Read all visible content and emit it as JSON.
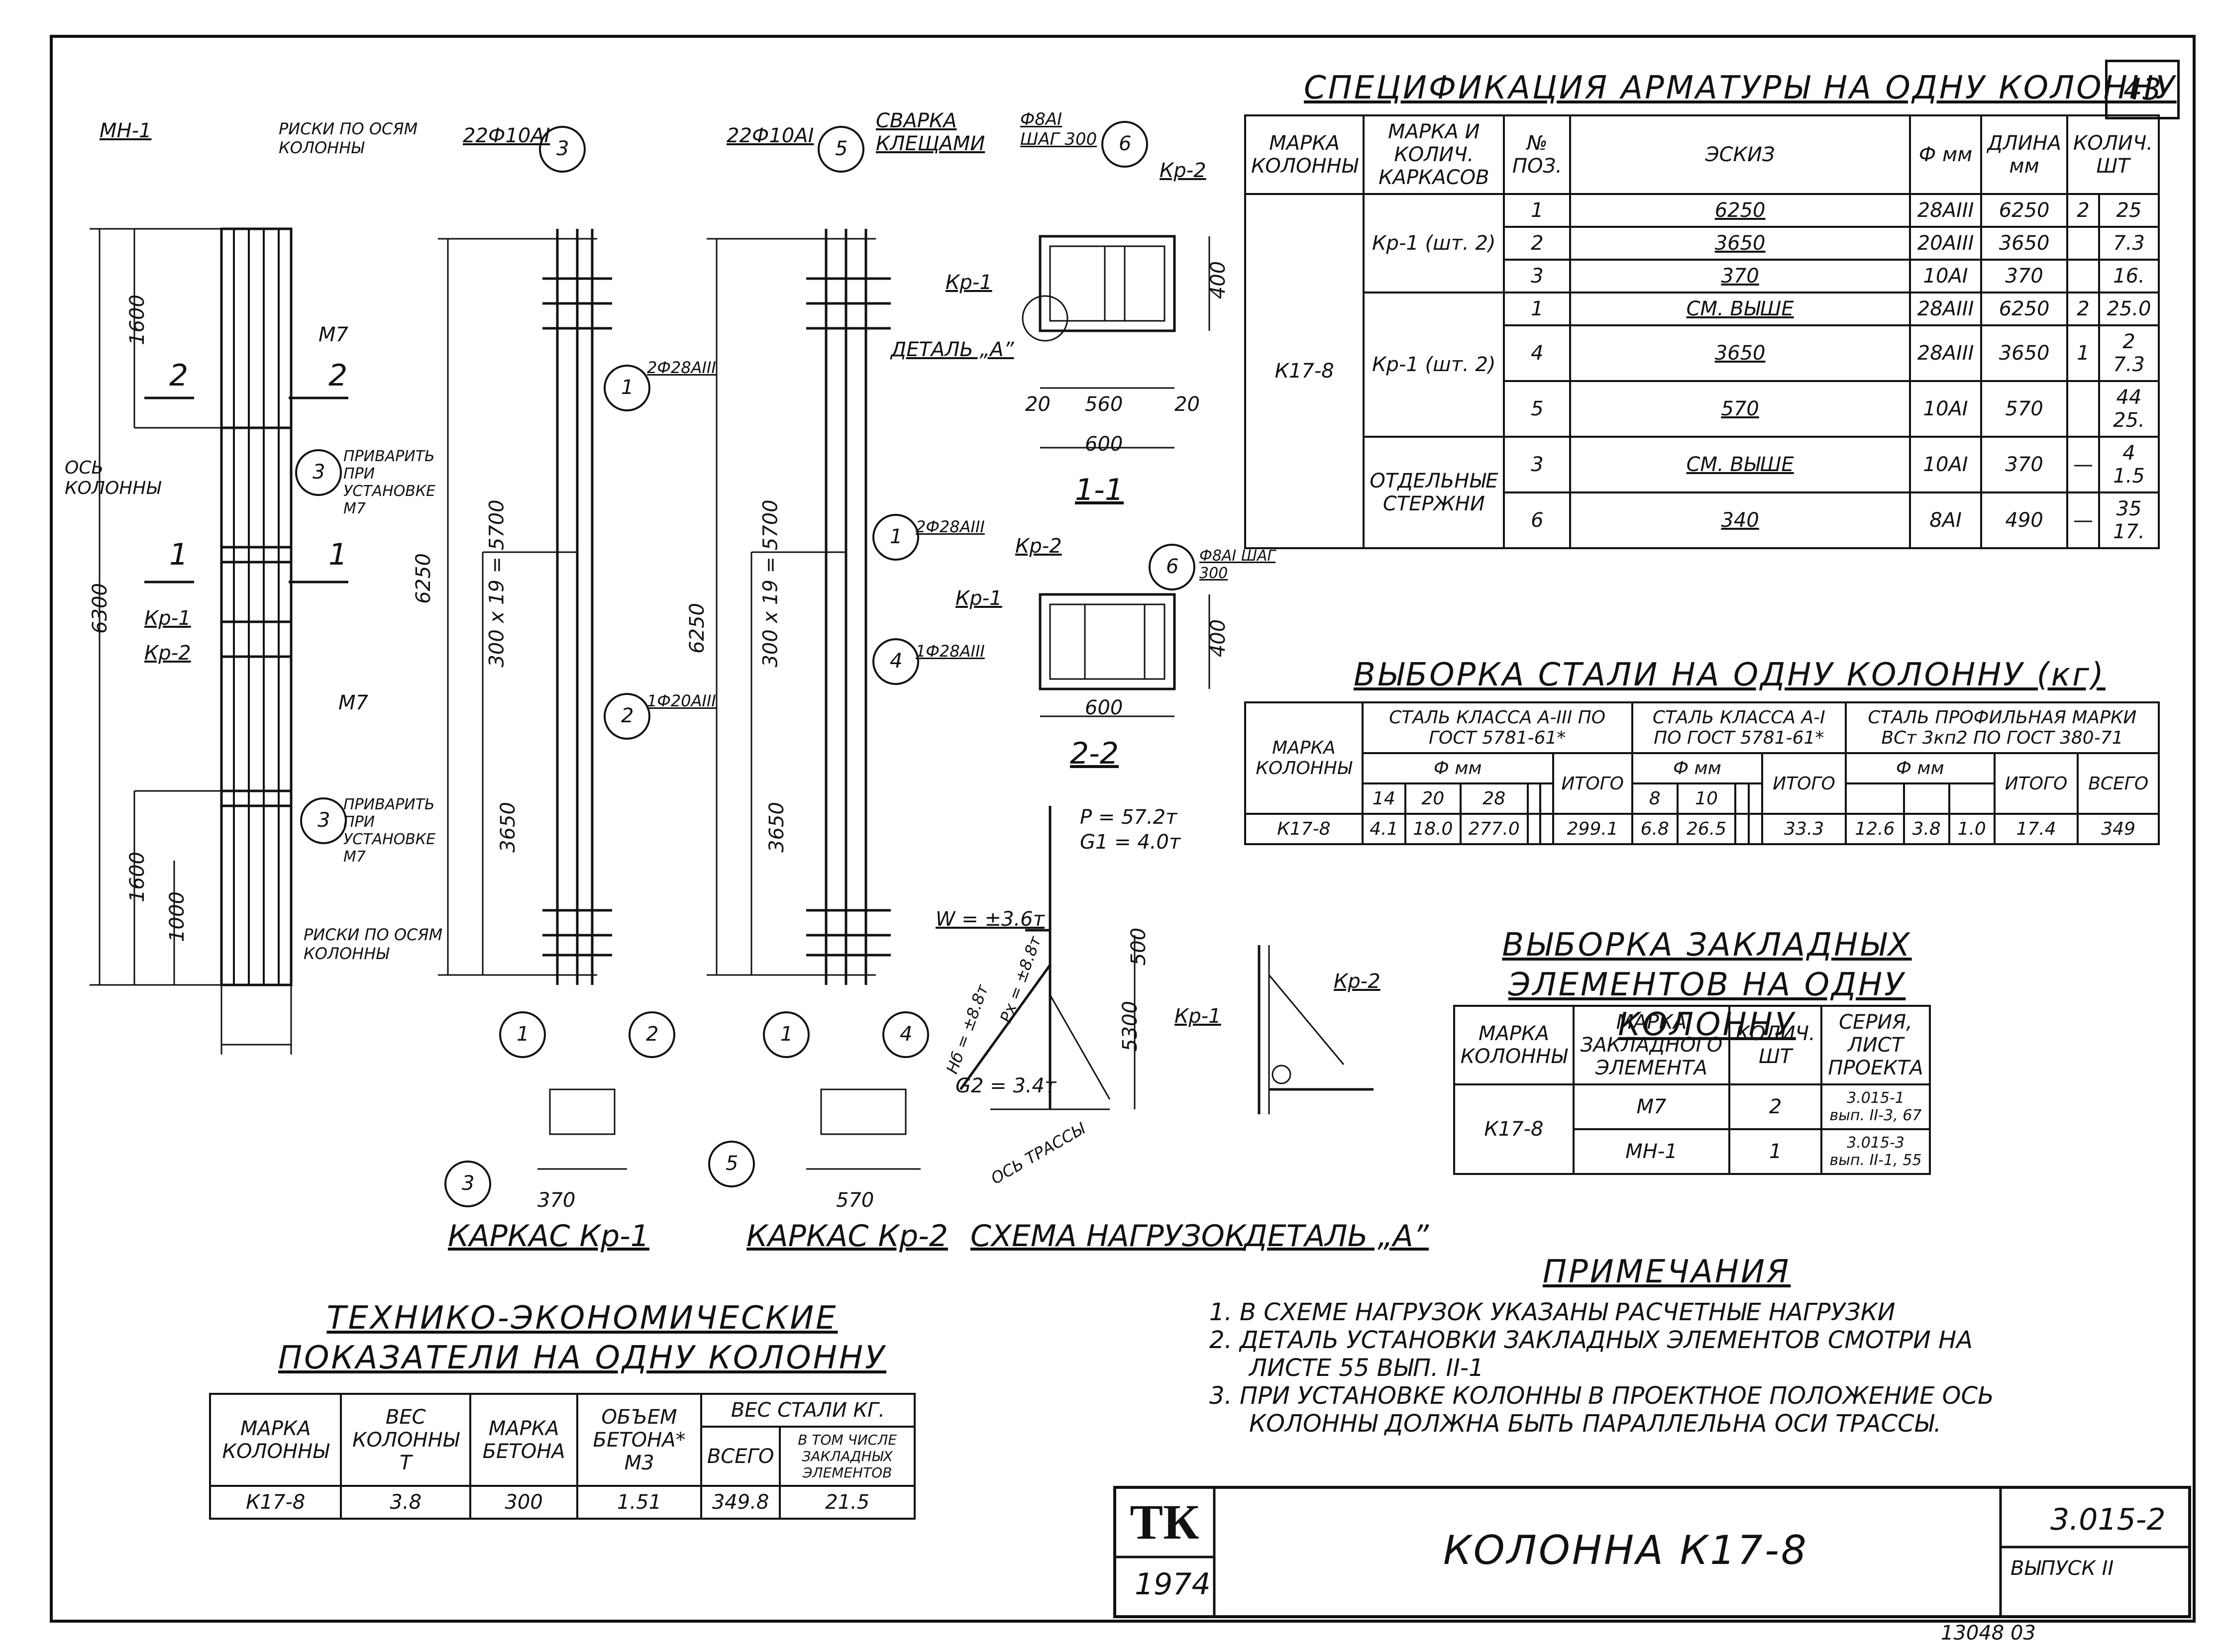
{
  "sheet_number": "43",
  "spec": {
    "title": "СПЕЦИФИКАЦИЯ АРМАТУРЫ НА ОДНУ КОЛОННУ",
    "headers": [
      "МАРКА КОЛОННЫ",
      "МАРКА И КОЛИЧ. КАРКАСОВ",
      "№ ПОЗ.",
      "ЭСКИЗ",
      "Ф мм",
      "ДЛИНА мм",
      "КОЛИЧ. ШТ"
    ],
    "column_mark": "К17-8",
    "groups": [
      {
        "frame": "Кр-1 (шт. 2)",
        "rows": [
          {
            "pos": "1",
            "sketch": "6250",
            "dia": "28AIII",
            "len": "6250",
            "qty": "2",
            "total": "25"
          },
          {
            "pos": "2",
            "sketch": "3650",
            "dia": "20AIII",
            "len": "3650",
            "qty": "",
            "total": "7.3"
          },
          {
            "pos": "3",
            "sketch": "370",
            "dia": "10AI",
            "len": "370",
            "qty": "",
            "total": "16."
          }
        ]
      },
      {
        "frame": "Кр-1 (шт. 2)",
        "rows": [
          {
            "pos": "1",
            "sketch": "СМ. ВЫШЕ",
            "dia": "28AIII",
            "len": "6250",
            "qty": "2",
            "total": "25.0"
          },
          {
            "pos": "4",
            "sketch": "3650",
            "dia": "28AIII",
            "len": "3650",
            "qty": "1",
            "total": "2 7.3"
          },
          {
            "pos": "5",
            "sketch": "570",
            "dia": "10AI",
            "len": "570",
            "qty": "",
            "total": "44 25."
          }
        ]
      },
      {
        "frame": "ОТДЕЛЬНЫЕ СТЕРЖНИ",
        "rows": [
          {
            "pos": "3",
            "sketch": "СМ. ВЫШЕ",
            "dia": "10AI",
            "len": "370",
            "qty": "—",
            "total": "4 1.5"
          },
          {
            "pos": "6",
            "sketch": "340",
            "dia": "8AI",
            "len": "490",
            "qty": "—",
            "total": "35 17."
          }
        ]
      }
    ]
  },
  "steel": {
    "title": "ВЫБОРКА СТАЛИ НА ОДНУ КОЛОННУ (кг)",
    "marka": "МАРКА КОЛОННЫ",
    "class_a3": "СТАЛЬ КЛАССА А-III ПО ГОСТ 5781-61*",
    "class_a1": "СТАЛЬ КЛАССА А-I ПО ГОСТ 5781-61*",
    "profile": "СТАЛЬ ПРОФИЛЬНАЯ МАРКИ ВСт 3кп2 ПО ГОСТ 380-71",
    "phi": "Ф мм",
    "total": "ИТОГО",
    "grand": "ВСЕГО",
    "dias_a3": [
      "14",
      "20",
      "28"
    ],
    "dias_a1": [
      "8",
      "10"
    ],
    "row": [
      "К17-8",
      "4.1",
      "18.0",
      "277.0",
      "299.1",
      "6.8",
      "26.5",
      "33.3",
      "12.6",
      "3.8",
      "1.0",
      "17.4",
      "349"
    ]
  },
  "embedded": {
    "title": "ВЫБОРКА ЗАКЛАДНЫХ ЭЛЕМЕНТОВ НА ОДНУ КОЛОННУ",
    "headers": [
      "МАРКА КОЛОННЫ",
      "МАРКА ЗАКЛАДНОГО ЭЛЕМЕНТА",
      "КОЛИЧ. ШТ",
      "СЕРИЯ, ЛИСТ ПРОЕКТА"
    ],
    "column_mark": "К17-8",
    "rows": [
      {
        "element": "М7",
        "qty": "2",
        "series": "3.015-1 вып. II-3, 67"
      },
      {
        "element": "МН-1",
        "qty": "1",
        "series": "3.015-3 вып. II-1, 55"
      }
    ]
  },
  "tech": {
    "title": "ТЕХНИКО-ЭКОНОМИЧЕСКИЕ ПОКАЗАТЕЛИ НА ОДНУ КОЛОННУ",
    "headers": [
      "МАРКА КОЛОННЫ",
      "ВЕС КОЛОННЫ Т",
      "МАРКА БЕТОНА",
      "ОБЪЕМ БЕТОНА* М3",
      "ВЕС СТАЛИ КГ.",
      "ВСЕГО",
      "В ТОМ ЧИСЛЕ ЗАКЛАДНЫХ ЭЛЕМЕНТОВ"
    ],
    "row": [
      "К17-8",
      "3.8",
      "300",
      "1.51",
      "349.8",
      "21.5"
    ]
  },
  "notes": {
    "title": "ПРИМЕЧАНИЯ",
    "items": [
      "1. В СХЕМЕ НАГРУЗОК УКАЗАНЫ РАСЧЕТНЫЕ НАГРУЗКИ",
      "2. ДЕТАЛЬ УСТАНОВКИ ЗАКЛАДНЫХ ЭЛЕМЕНТОВ СМОТРИ НА",
      "ЛИСТЕ 55 ВЫП. II-1",
      "3. ПРИ УСТАНОВКЕ КОЛОННЫ В ПРОЕКТНОЕ ПОЛОЖЕНИЕ ОСЬ",
      "КОЛОННЫ ДОЛЖНА БЫТЬ ПАРАЛЛЕЛЬНА ОСИ ТРАССЫ."
    ]
  },
  "title_block": {
    "logo": "ТК",
    "year": "1974",
    "name": "КОЛОННА К17-8",
    "series": "3.015-2",
    "issue": "ВЫПУСК II",
    "footer": "13048 03"
  },
  "captions": {
    "kr1": "КАРКАС Кр-1",
    "kr2": "КАРКАС Кр-2",
    "loads": "СХЕМА НАГРУЗОК",
    "detail": "ДЕТАЛЬ „А”",
    "sec11": "1-1",
    "sec22": "2-2"
  },
  "labels": {
    "mn1": "МН-1",
    "marks_axes": "РИСКИ ПО ОСЯМ КОЛОННЫ",
    "m7": "М7",
    "weld_m7": "ПРИВАРИТЬ ПРИ УСТАНОВКЕ М7",
    "axis": "ОСЬ КОЛОННЫ",
    "kr1": "Кр-1",
    "kr2": "Кр-2",
    "dim_6300": "6300",
    "dim_1600": "1600",
    "dim_1000": "1000",
    "dim_6250": "6250",
    "dim_300x19": "300 х 19 = 5700",
    "dim_3650": "3650",
    "r_22f10": "22Ф10АI",
    "r_2f28": "2Ф28АIII",
    "r_1f20": "1Ф20АIII",
    "r_1f28": "1Ф28АIII",
    "weld_clamp": "СВАРКА КЛЕЩАМИ",
    "f8_step": "Ф8АI ШАГ 300",
    "detail_a": "ДЕТАЛЬ „А”",
    "d560": "560",
    "d600": "600",
    "d400": "400",
    "d20": "20",
    "d370": "370",
    "d570": "570",
    "load_p": "P = 57.2т",
    "load_g1": "G1 = 4.0т",
    "load_w": "W = ±3.6т",
    "load_h": "Hб = ±8.8т",
    "load_px": "Pх = ±8.8т",
    "load_g2": "G2 = 3.4т",
    "d5300": "5300",
    "d500": "500",
    "axis_track": "ОСЬ ТРАССЫ"
  }
}
